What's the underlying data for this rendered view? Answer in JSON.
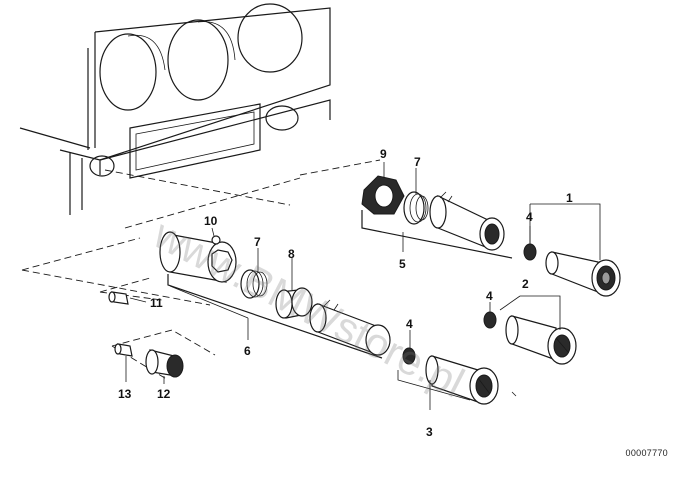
{
  "diagram": {
    "watermark": "www.BMWstore.pl",
    "reference_number": "00007770",
    "callouts": {
      "c1": "1",
      "c2": "2",
      "c3": "3",
      "c4a": "4",
      "c4b": "4",
      "c4c": "4",
      "c5": "5",
      "c6": "6",
      "c7a": "7",
      "c7b": "7",
      "c8": "8",
      "c9": "9",
      "c10": "10",
      "c11": "11",
      "c12": "12",
      "c13": "13"
    }
  }
}
